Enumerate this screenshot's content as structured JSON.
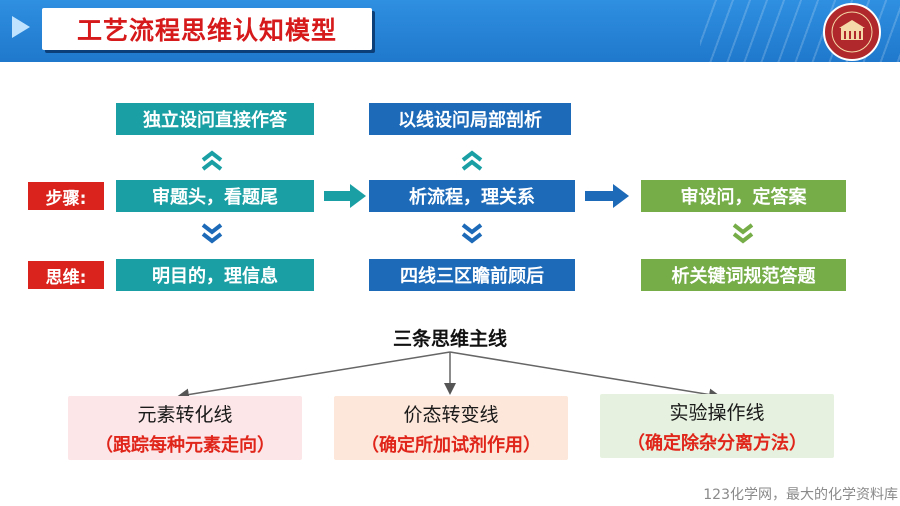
{
  "header": {
    "title": "工艺流程思维认知模型",
    "band_color": "#1f78cc",
    "title_color": "#d6191b"
  },
  "rows": {
    "step_label": "步骤:",
    "thinking_label": "思维:"
  },
  "columns": [
    {
      "top": "独立设问直接作答",
      "step": "审题头，看题尾",
      "thinking": "明目的，理信息",
      "color": "#1aa0a4"
    },
    {
      "top": "以线设问局部剖析",
      "step": "析流程，理关系",
      "thinking": "四线三区瞻前顾后",
      "color": "#1c6ab8"
    },
    {
      "step": "审设问，定答案",
      "thinking": "析关键词规范答题",
      "color": "#76ad48"
    }
  ],
  "center_title": "三条思维主线",
  "lines": [
    {
      "main": "元素转化线",
      "sub": "（跟踪每种元素走向）"
    },
    {
      "main": "价态转变线",
      "sub": "（确定所加试剂作用）"
    },
    {
      "main": "实验操作线",
      "sub": "（确定除杂分离方法）"
    }
  ],
  "footer": "123化学网，最大的化学资料库"
}
